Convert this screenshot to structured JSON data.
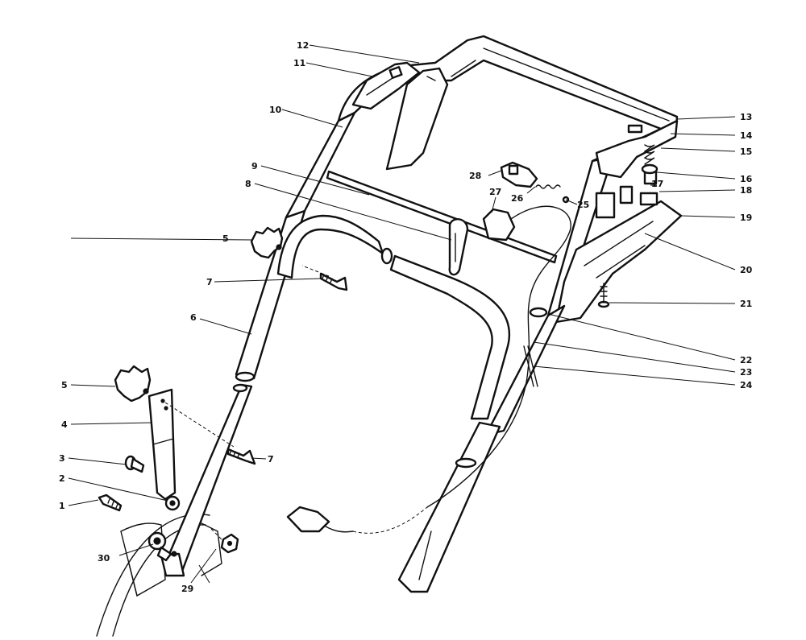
{
  "callouts": {
    "c1": "1",
    "c2": "2",
    "c3": "3",
    "c4": "4",
    "c5a": "5",
    "c5b": "5",
    "c6": "6",
    "c7a": "7",
    "c7b": "7",
    "c8": "8",
    "c9": "9",
    "c10": "10",
    "c11": "11",
    "c12": "12",
    "c13": "13",
    "c14": "14",
    "c15": "15",
    "c16": "16",
    "c17": "17",
    "c18": "18",
    "c19": "19",
    "c20": "20",
    "c21": "21",
    "c22": "22",
    "c23": "23",
    "c24": "24",
    "c25": "25",
    "c26": "26",
    "c27": "27",
    "c28": "28",
    "c29": "29",
    "c30": "30"
  }
}
